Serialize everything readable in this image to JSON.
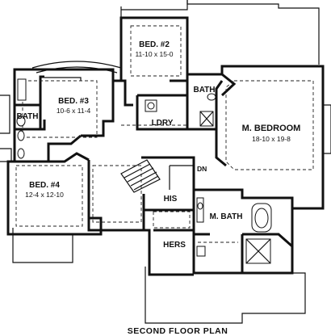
{
  "plan": {
    "caption": "SECOND FLOOR PLAN",
    "stair_label": "DN",
    "rooms": [
      {
        "id": "bed2",
        "name": "BED. #2",
        "dims": "11-10 x 15-0"
      },
      {
        "id": "bed3",
        "name": "BED. #3",
        "dims": "10-6 x 11-4"
      },
      {
        "id": "bed4",
        "name": "BED. #4",
        "dims": "12-4 x 12-10"
      },
      {
        "id": "master",
        "name": "M. BEDROOM",
        "dims": "18-10 x 19-8"
      },
      {
        "id": "bath",
        "name": "BATH",
        "dims": ""
      },
      {
        "id": "bath2",
        "name": "BATH",
        "dims": ""
      },
      {
        "id": "laundry",
        "name": "LDRY",
        "dims": ""
      },
      {
        "id": "mbath",
        "name": "M. BATH",
        "dims": ""
      },
      {
        "id": "his",
        "name": "HIS",
        "dims": ""
      },
      {
        "id": "hers",
        "name": "HERS",
        "dims": ""
      }
    ]
  }
}
